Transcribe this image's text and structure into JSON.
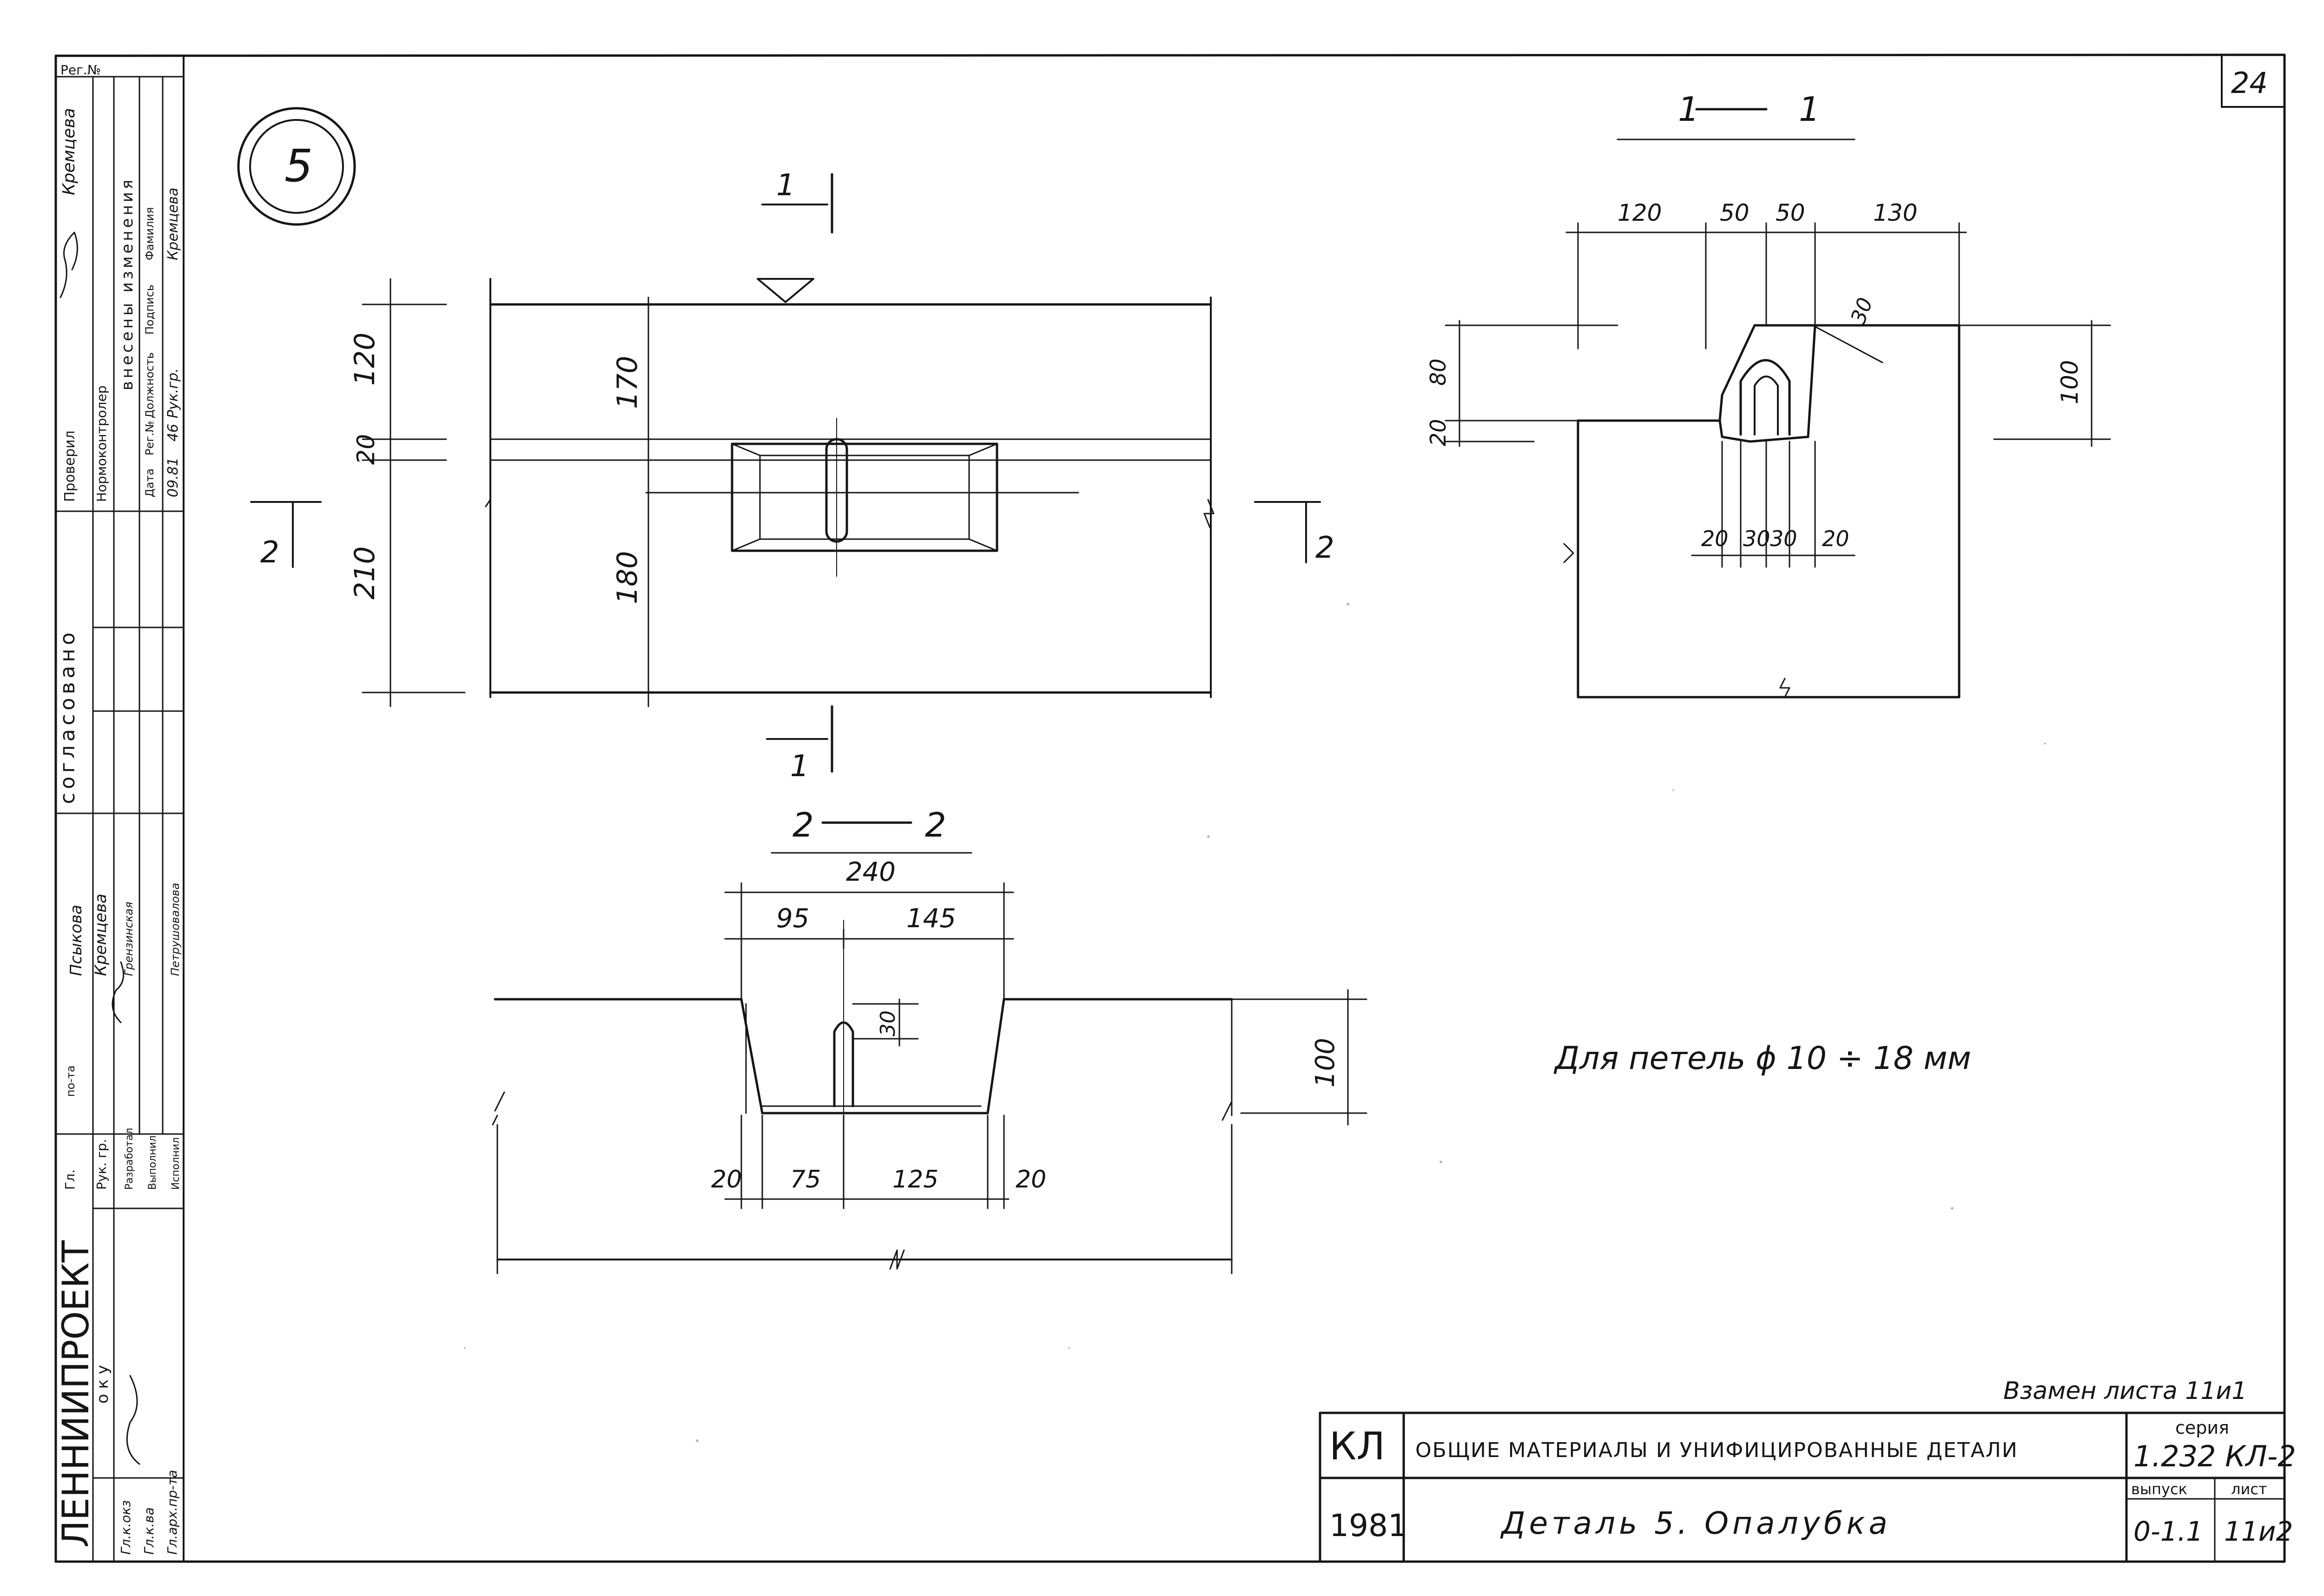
{
  "sheet": {
    "page_number": "24",
    "reg_label": "Рег.№",
    "detail_circle": "5"
  },
  "left_strip": {
    "org_name": "ЛЕННИИПРОЕКТ",
    "org_dept": "о к у",
    "soglasovano": "согласовано",
    "vneseny": "внесены изменения",
    "checked_label": "Проверил",
    "checked_name": "Кремцева",
    "normcontrol_label": "Нормоконтролер",
    "roles": [
      "Гл.",
      "по-та",
      "Рук. гр.",
      "Разработал",
      "Выполнил",
      "Исполнил"
    ],
    "names": [
      "Псыкова",
      "Кремцева",
      "Грензинская",
      "Петрушовалова"
    ],
    "table_head": [
      "Дата",
      "Рег.№",
      "Должность",
      "Подпись",
      "Фамилия"
    ],
    "table_row": [
      "09.81",
      "46",
      "Рук.гр.",
      "",
      "Кремцева"
    ],
    "bottom_codes": [
      "Гл.к.окз",
      "Гл.к.ва",
      "Гл.арх.пр-та"
    ]
  },
  "plan": {
    "section_mark": "1",
    "section_mark_2": "2",
    "dims_left": [
      "120",
      "20",
      "210"
    ],
    "dims_inner": [
      "170",
      "180"
    ]
  },
  "section_11": {
    "title_left": "1",
    "title_right": "1",
    "dims_top": [
      "120",
      "50",
      "50",
      "130"
    ],
    "dim_30": "30",
    "dims_left": [
      "80",
      "20"
    ],
    "dim_right": "100",
    "dims_bottom": [
      "20",
      "30",
      "30",
      "20"
    ]
  },
  "section_22": {
    "title_left": "2",
    "title_right": "2",
    "dim_total": "240",
    "dims_top": [
      "95",
      "145"
    ],
    "dim_30": "30",
    "dim_right": "100",
    "dims_bottom": [
      "20",
      "75",
      "125",
      "20"
    ]
  },
  "note": "Для петель ϕ 10 ÷ 18 мм",
  "title_block": {
    "replaces": "Взамен листа 11и1",
    "code": "КЛ",
    "year": "1981",
    "general_title": "ОБЩИЕ МАТЕРИАЛЫ И УНИФИЦИРОВАННЫЕ ДЕТАЛИ",
    "sheet_title": "Деталь 5. Опалубка",
    "series_label": "серия",
    "series_value": "1.232 КЛ-2",
    "issue_label": "выпуск",
    "issue_value": "0-1.1",
    "sheet_label": "лист",
    "sheet_value": "11и2"
  }
}
